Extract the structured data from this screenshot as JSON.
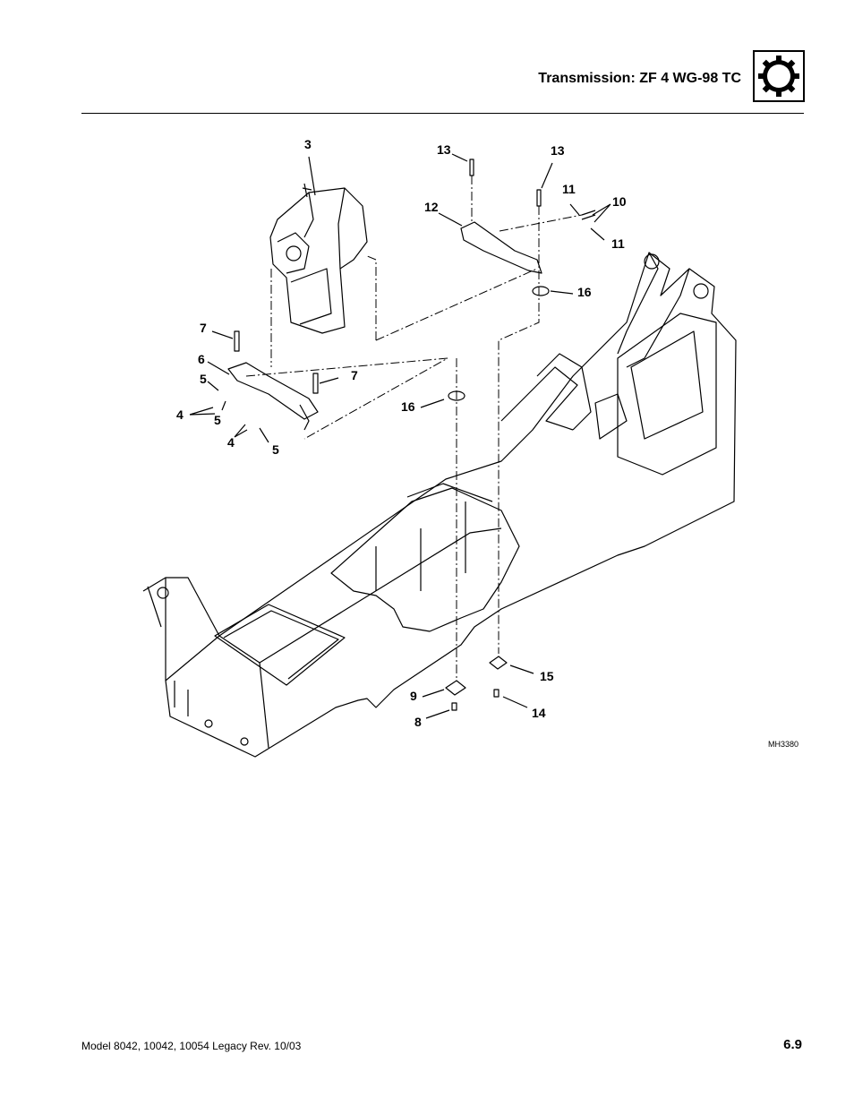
{
  "header": {
    "title": "Transmission: ZF 4 WG-98 TC",
    "icon": "gear-icon"
  },
  "diagram": {
    "callouts": [
      "3",
      "13",
      "13",
      "11",
      "10",
      "12",
      "11",
      "16",
      "7",
      "6",
      "7",
      "5",
      "4",
      "5",
      "16",
      "4",
      "5",
      "15",
      "9",
      "14",
      "8"
    ],
    "figure_id": "MH3380"
  },
  "footer": {
    "model": "Model  8042, 10042, 10054 Legacy    Rev.  10/03",
    "page": "6.9"
  }
}
